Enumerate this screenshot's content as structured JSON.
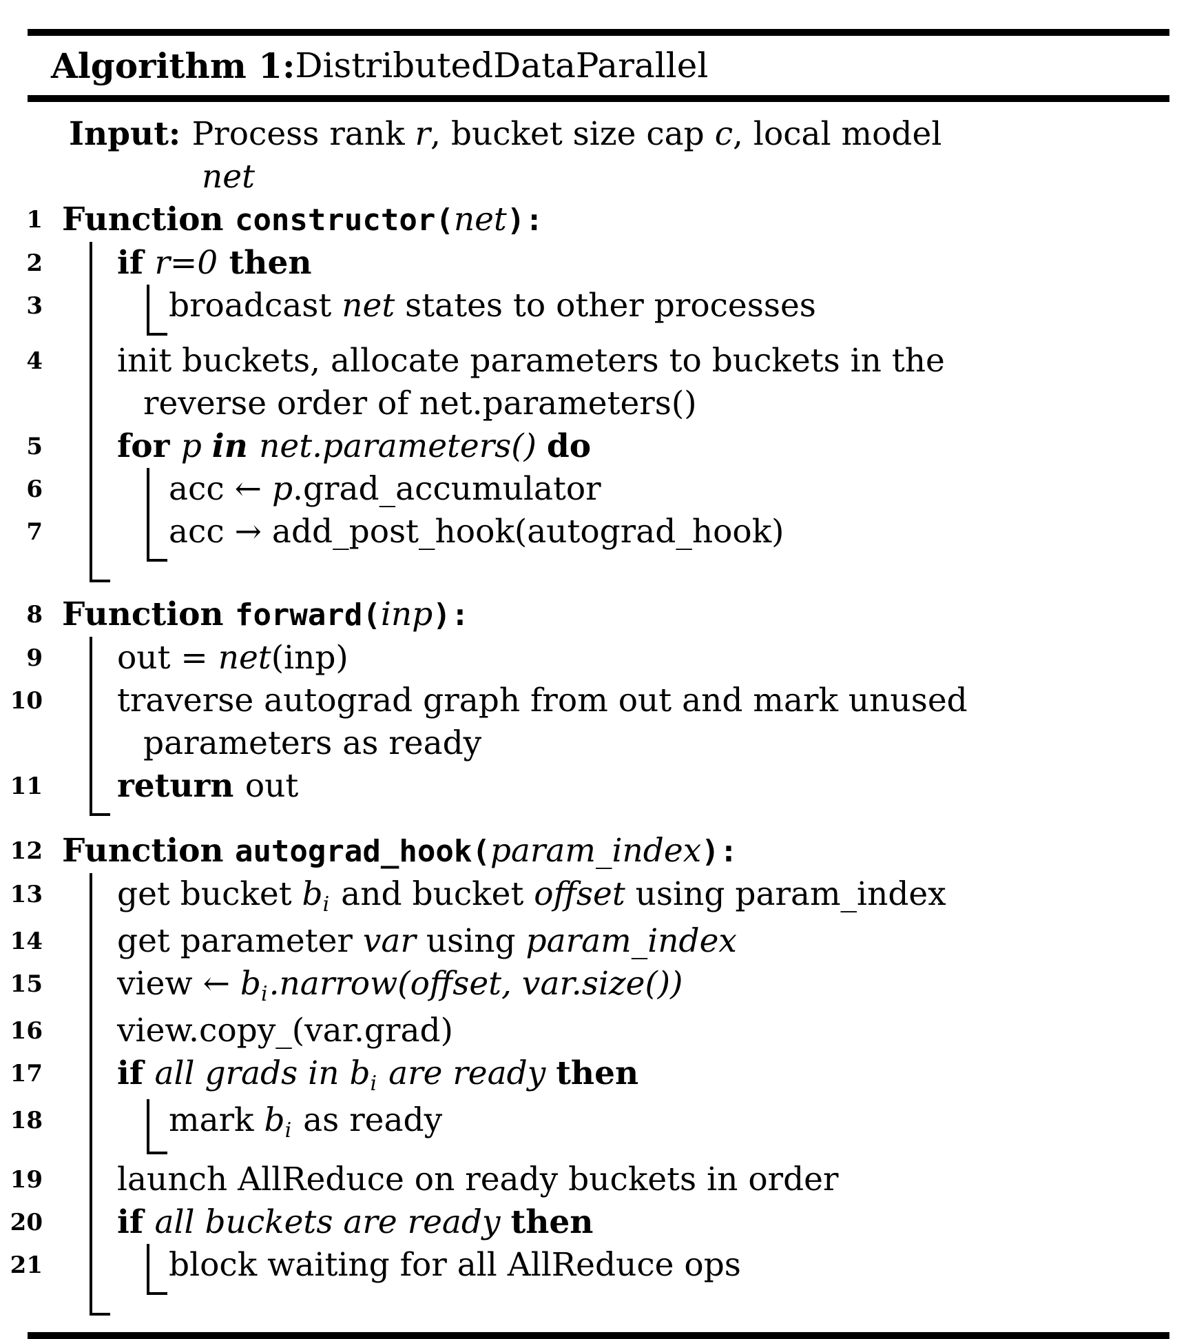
{
  "title": {
    "bold": "Algorithm 1: ",
    "rest": "DistributedDataParallel"
  },
  "colors": {
    "ink": "#000000",
    "background": "#ffffff"
  },
  "algorithm": {
    "rows": [
      {
        "num": "",
        "guides": [],
        "lines": [
          {
            "indent": "input",
            "segments": [
              {
                "t": "Input: ",
                "s": "b"
              },
              {
                "t": "Process rank ",
                "s": "n"
              },
              {
                "t": "r",
                "s": "i"
              },
              {
                "t": ", bucket size cap ",
                "s": "n"
              },
              {
                "t": "c",
                "s": "i"
              },
              {
                "t": ", local model",
                "s": "n"
              }
            ]
          },
          {
            "indent": "input-cont",
            "segments": [
              {
                "t": "net",
                "s": "i"
              }
            ]
          }
        ]
      },
      {
        "num": "1",
        "guides": [],
        "lines": [
          {
            "indent": "l0",
            "segments": [
              {
                "t": "Function ",
                "s": "b"
              },
              {
                "t": "constructor(",
                "s": "m"
              },
              {
                "t": "net",
                "s": "i"
              },
              {
                "t": "):",
                "s": "m"
              }
            ]
          }
        ]
      },
      {
        "num": "2",
        "guides": [
          {
            "level": 1,
            "type": "bar"
          }
        ],
        "lines": [
          {
            "indent": "l1",
            "segments": [
              {
                "t": "if ",
                "s": "b"
              },
              {
                "t": "r=0",
                "s": "i"
              },
              {
                "t": " then",
                "s": "b"
              }
            ]
          }
        ]
      },
      {
        "num": "3",
        "pad_bottom": true,
        "guides": [
          {
            "level": 1,
            "type": "bar"
          },
          {
            "level": 2,
            "type": "hook"
          }
        ],
        "lines": [
          {
            "indent": "l2",
            "segments": [
              {
                "t": "broadcast ",
                "s": "n"
              },
              {
                "t": "net",
                "s": "i"
              },
              {
                "t": " states to other processes",
                "s": "n"
              }
            ]
          }
        ]
      },
      {
        "num": "4",
        "guides": [
          {
            "level": 1,
            "type": "bar"
          }
        ],
        "lines": [
          {
            "indent": "l1",
            "segments": [
              {
                "t": "init buckets, allocate parameters to buckets in the",
                "s": "n"
              }
            ]
          },
          {
            "indent": "l1c",
            "segments": [
              {
                "t": "reverse order of net.parameters()",
                "s": "n"
              }
            ]
          }
        ]
      },
      {
        "num": "5",
        "guides": [
          {
            "level": 1,
            "type": "bar"
          }
        ],
        "lines": [
          {
            "indent": "l1",
            "segments": [
              {
                "t": "for ",
                "s": "b"
              },
              {
                "t": "p ",
                "s": "i"
              },
              {
                "t": "in ",
                "s": "bi"
              },
              {
                "t": "net.parameters() ",
                "s": "i"
              },
              {
                "t": "do",
                "s": "b"
              }
            ]
          }
        ]
      },
      {
        "num": "6",
        "guides": [
          {
            "level": 1,
            "type": "bar"
          },
          {
            "level": 2,
            "type": "bar"
          }
        ],
        "lines": [
          {
            "indent": "l2",
            "segments": [
              {
                "t": "acc ← ",
                "s": "n"
              },
              {
                "t": "p",
                "s": "i"
              },
              {
                "t": ".grad_accumulator",
                "s": "n"
              }
            ]
          }
        ]
      },
      {
        "num": "7",
        "pad_bottom": true,
        "guides": [
          {
            "level": 1,
            "type": "bar"
          },
          {
            "level": 2,
            "type": "hook"
          }
        ],
        "lines": [
          {
            "indent": "l2",
            "segments": [
              {
                "t": "acc → add_post_hook(autograd_hook)",
                "s": "n"
              }
            ]
          }
        ]
      },
      {
        "spacer": true,
        "guides": [
          {
            "level": 1,
            "type": "hook"
          }
        ]
      },
      {
        "num": "8",
        "gap_top": true,
        "guides": [],
        "lines": [
          {
            "indent": "l0",
            "segments": [
              {
                "t": "Function ",
                "s": "b"
              },
              {
                "t": "forward(",
                "s": "m"
              },
              {
                "t": "inp",
                "s": "i"
              },
              {
                "t": "):",
                "s": "m"
              }
            ]
          }
        ]
      },
      {
        "num": "9",
        "guides": [
          {
            "level": 1,
            "type": "bar"
          }
        ],
        "lines": [
          {
            "indent": "l1",
            "segments": [
              {
                "t": "out = ",
                "s": "n"
              },
              {
                "t": "net",
                "s": "i"
              },
              {
                "t": "(inp)",
                "s": "n"
              }
            ]
          }
        ]
      },
      {
        "num": "10",
        "guides": [
          {
            "level": 1,
            "type": "bar"
          }
        ],
        "lines": [
          {
            "indent": "l1",
            "segments": [
              {
                "t": "traverse autograd graph from out and mark unused",
                "s": "n"
              }
            ]
          },
          {
            "indent": "l1c",
            "segments": [
              {
                "t": "parameters as ready",
                "s": "n"
              }
            ]
          }
        ]
      },
      {
        "num": "11",
        "pad_bottom": true,
        "guides": [
          {
            "level": 1,
            "type": "hook"
          }
        ],
        "lines": [
          {
            "indent": "l1",
            "segments": [
              {
                "t": "return ",
                "s": "b"
              },
              {
                "t": "out",
                "s": "n"
              }
            ]
          }
        ]
      },
      {
        "num": "12",
        "gap_top": true,
        "guides": [],
        "lines": [
          {
            "indent": "l0",
            "segments": [
              {
                "t": "Function ",
                "s": "b"
              },
              {
                "t": "autograd_hook(",
                "s": "m"
              },
              {
                "t": "param_index",
                "s": "i"
              },
              {
                "t": "):",
                "s": "m"
              }
            ]
          }
        ]
      },
      {
        "num": "13",
        "guides": [
          {
            "level": 1,
            "type": "bar"
          }
        ],
        "lines": [
          {
            "indent": "l1",
            "segments": [
              {
                "t": "get bucket ",
                "s": "n"
              },
              {
                "t": "b",
                "s": "i"
              },
              {
                "t": "i",
                "s": "sub"
              },
              {
                "t": " and bucket ",
                "s": "n"
              },
              {
                "t": "offset",
                "s": "i"
              },
              {
                "t": " using param_index",
                "s": "n"
              }
            ]
          }
        ]
      },
      {
        "num": "14",
        "guides": [
          {
            "level": 1,
            "type": "bar"
          }
        ],
        "lines": [
          {
            "indent": "l1",
            "segments": [
              {
                "t": "get parameter ",
                "s": "n"
              },
              {
                "t": "var",
                "s": "i"
              },
              {
                "t": " using ",
                "s": "n"
              },
              {
                "t": "param_index",
                "s": "i"
              }
            ]
          }
        ]
      },
      {
        "num": "15",
        "guides": [
          {
            "level": 1,
            "type": "bar"
          }
        ],
        "lines": [
          {
            "indent": "l1",
            "segments": [
              {
                "t": "view ← ",
                "s": "n"
              },
              {
                "t": "b",
                "s": "i"
              },
              {
                "t": "i",
                "s": "sub"
              },
              {
                "t": ".narrow(offset, var.size())",
                "s": "i"
              }
            ]
          }
        ]
      },
      {
        "num": "16",
        "guides": [
          {
            "level": 1,
            "type": "bar"
          }
        ],
        "lines": [
          {
            "indent": "l1",
            "segments": [
              {
                "t": "view.copy_(var.grad)",
                "s": "n"
              }
            ]
          }
        ]
      },
      {
        "num": "17",
        "guides": [
          {
            "level": 1,
            "type": "bar"
          }
        ],
        "lines": [
          {
            "indent": "l1",
            "segments": [
              {
                "t": "if ",
                "s": "b"
              },
              {
                "t": "all grads in ",
                "s": "i"
              },
              {
                "t": "b",
                "s": "i"
              },
              {
                "t": "i",
                "s": "sub"
              },
              {
                "t": " are ready ",
                "s": "i"
              },
              {
                "t": "then",
                "s": "b"
              }
            ]
          }
        ]
      },
      {
        "num": "18",
        "pad_bottom": true,
        "guides": [
          {
            "level": 1,
            "type": "bar"
          },
          {
            "level": 2,
            "type": "hook"
          }
        ],
        "lines": [
          {
            "indent": "l2",
            "segments": [
              {
                "t": "mark ",
                "s": "n"
              },
              {
                "t": "b",
                "s": "i"
              },
              {
                "t": "i",
                "s": "sub"
              },
              {
                "t": " as ready",
                "s": "n"
              }
            ]
          }
        ]
      },
      {
        "num": "19",
        "guides": [
          {
            "level": 1,
            "type": "bar"
          }
        ],
        "lines": [
          {
            "indent": "l1",
            "segments": [
              {
                "t": "launch AllReduce on ready buckets in order",
                "s": "n"
              }
            ]
          }
        ]
      },
      {
        "num": "20",
        "guides": [
          {
            "level": 1,
            "type": "bar"
          }
        ],
        "lines": [
          {
            "indent": "l1",
            "segments": [
              {
                "t": "if ",
                "s": "b"
              },
              {
                "t": "all buckets are ready ",
                "s": "i"
              },
              {
                "t": "then",
                "s": "b"
              }
            ]
          }
        ]
      },
      {
        "num": "21",
        "pad_bottom": true,
        "guides": [
          {
            "level": 1,
            "type": "bar"
          },
          {
            "level": 2,
            "type": "hook"
          }
        ],
        "lines": [
          {
            "indent": "l2",
            "segments": [
              {
                "t": "block waiting for all AllReduce ops",
                "s": "n"
              }
            ]
          }
        ]
      },
      {
        "spacer": true,
        "guides": [
          {
            "level": 1,
            "type": "hook"
          }
        ]
      }
    ]
  }
}
